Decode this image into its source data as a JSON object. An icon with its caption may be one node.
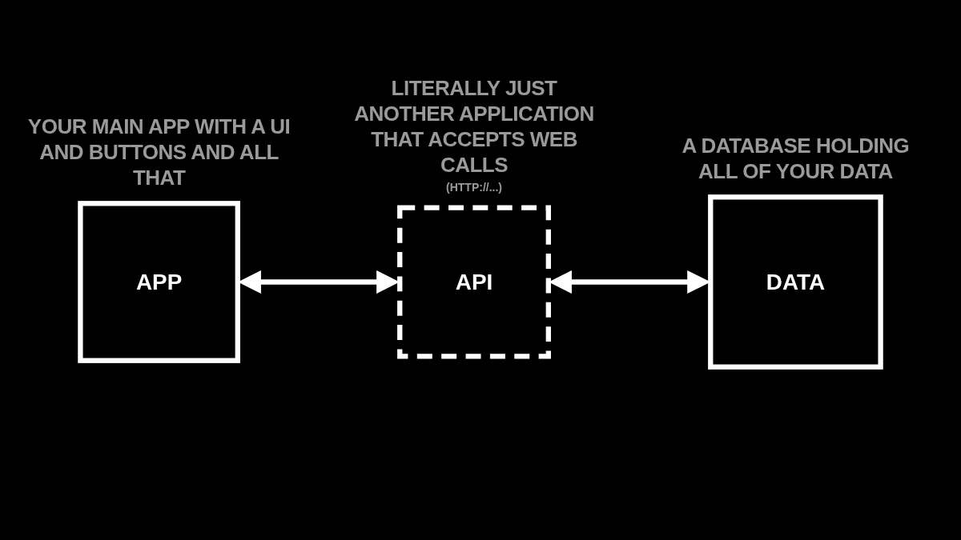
{
  "diagram": {
    "nodes": [
      {
        "text": [
          "APP"
        ],
        "beside": [
          "YOUR MAIN APP WITH A UI AND BUTTONS AND ALL THAT"
        ]
      },
      {
        "text": [
          "API"
        ],
        "beside": [
          "LITERALLY JUST ANOTHER APPLICATION THAT ACCEPTS WEB CALLS",
          "(HTTP://...)"
        ]
      },
      {
        "text": [
          "DATA"
        ],
        "beside": [
          "A DATABASE HOLDING ALL OF YOUR DATA"
        ]
      }
    ],
    "edges": [
      {
        "from": 0,
        "to": 1,
        "arrow": "both"
      },
      {
        "from": 1,
        "to": 2,
        "arrow": "both"
      }
    ]
  }
}
